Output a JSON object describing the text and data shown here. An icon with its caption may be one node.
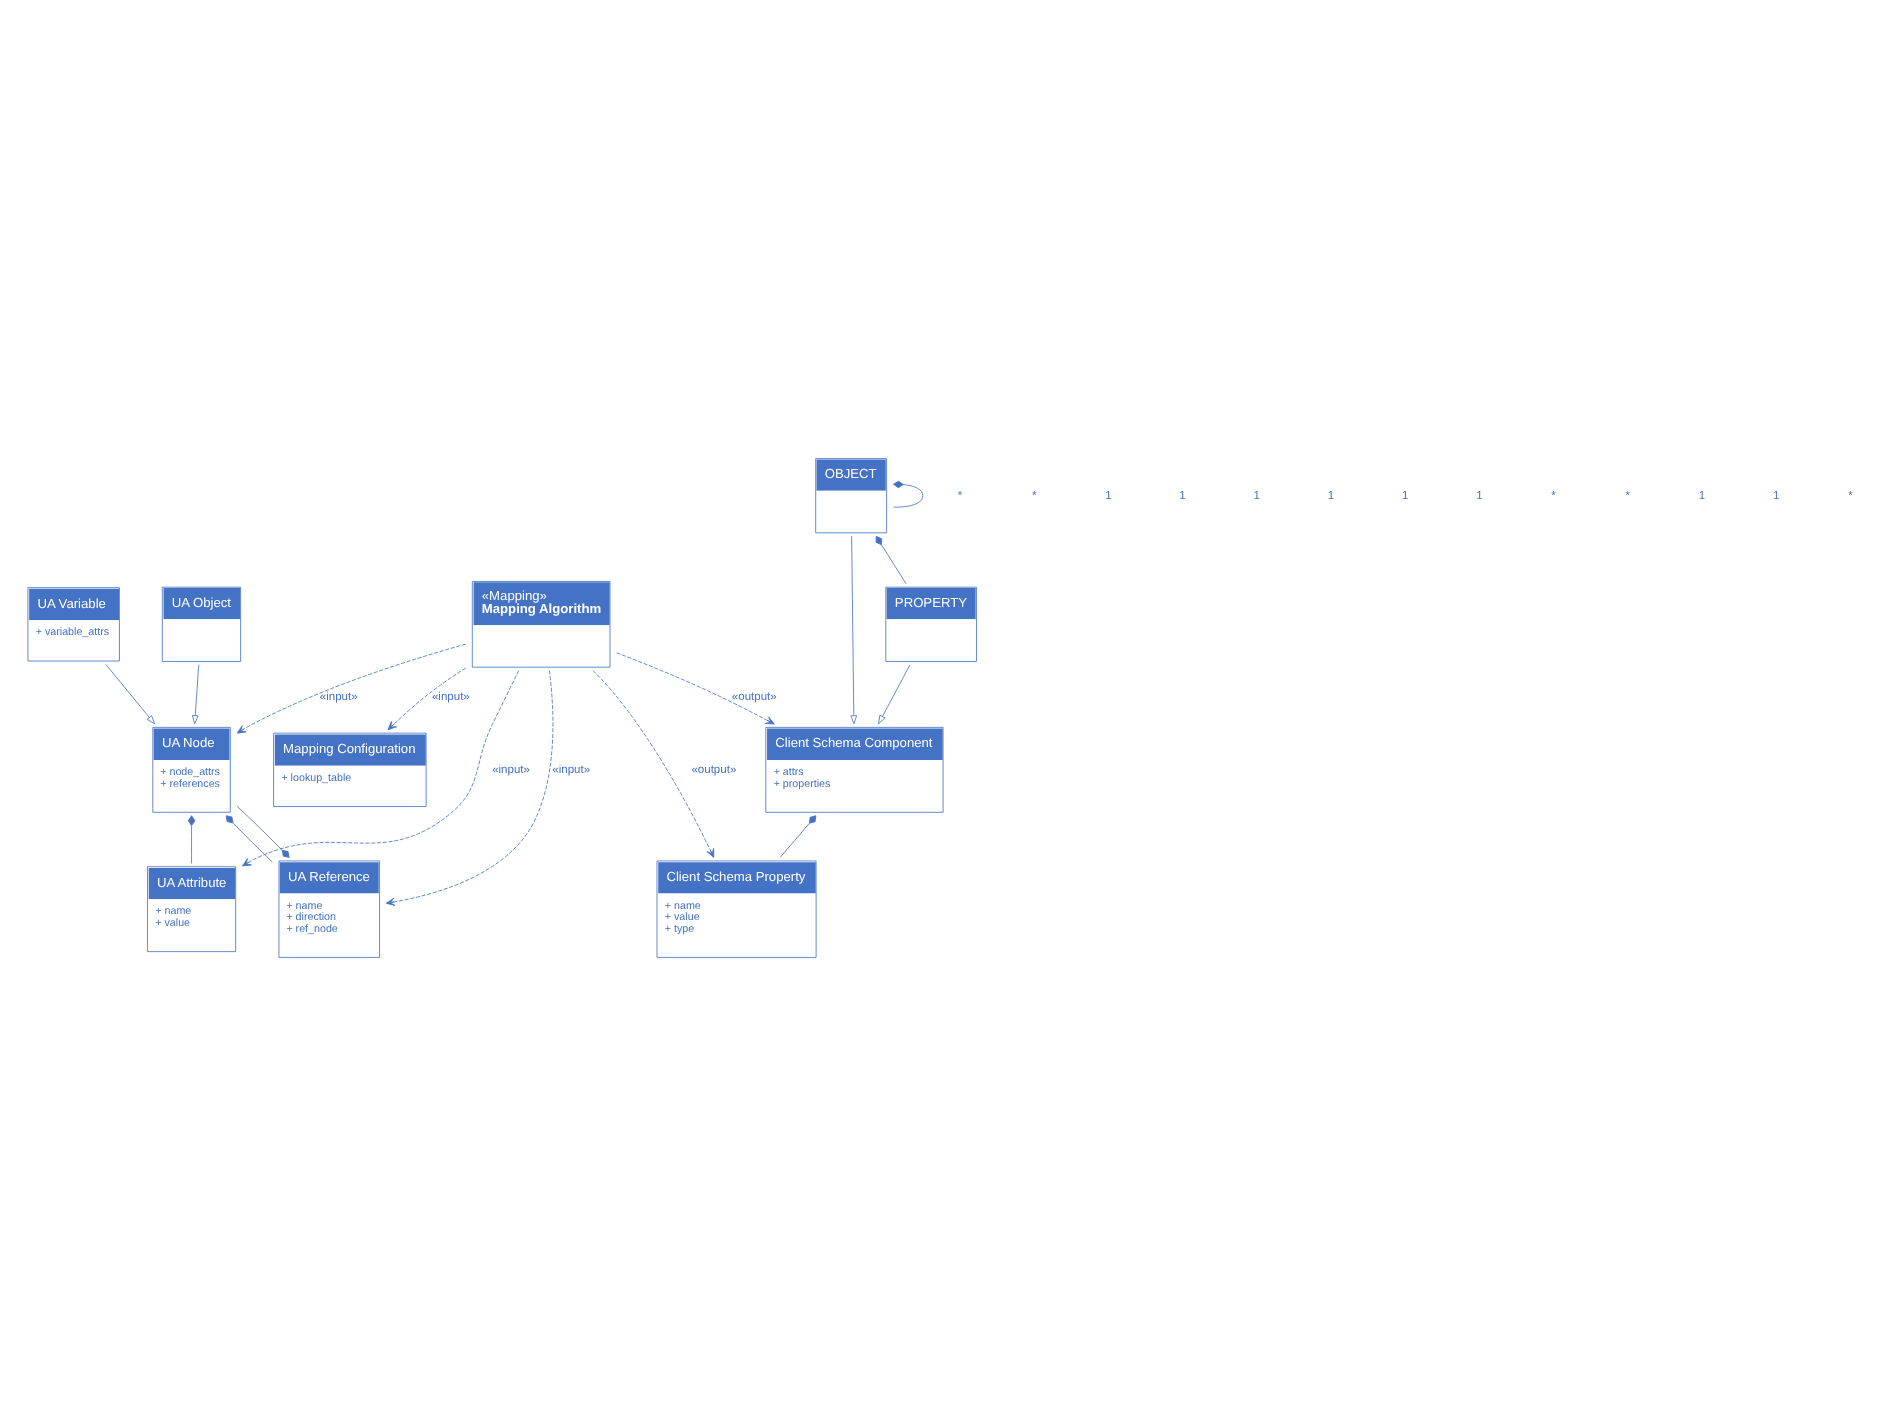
{
  "diagram": {
    "nodes": [
      {
        "text": [
          "UA Variable",
          "+ variable_attrs"
        ]
      },
      {
        "text": [
          "UA Attribute",
          "+ name",
          "+ value"
        ]
      },
      {
        "text": [
          "Client Schema Property",
          "+ name",
          "+ value",
          "+ type"
        ]
      },
      {
        "text": [
          "UA Object"
        ]
      },
      {
        "text": [
          "«Mapping»",
          "Mapping Algorithm"
        ]
      },
      {
        "text": [
          "UA Node",
          "+ node_attrs",
          "+ references"
        ]
      },
      {
        "text": [
          "Client Schema Component",
          "+ attrs",
          "+ properties"
        ]
      },
      {
        "text": [
          "UA Reference",
          "+ name",
          "+ direction",
          "+ ref_node"
        ]
      },
      {
        "text": [
          "Mapping Configuration",
          "+ lookup_table"
        ]
      },
      {
        "text": [
          "OBJECT"
        ]
      },
      {
        "text": [
          "PROPERTY"
        ]
      }
    ],
    "edges": [
      {
        "from": 0,
        "to": 5,
        "arrow": "to"
      },
      {
        "from": 3,
        "to": 5,
        "arrow": "to"
      },
      {
        "from": 5,
        "to": 1,
        "arrow": "other"
      },
      {
        "from": 7,
        "to": 5,
        "arrow": "other"
      },
      {
        "from": 5,
        "to": 7,
        "arrow": "other"
      },
      {
        "from": 4,
        "to": 1,
        "arrow": "to",
        "label": "«input»",
        "style": "dashed"
      },
      {
        "from": 4,
        "to": 2,
        "arrow": "to",
        "label": "«output»",
        "style": "dashed"
      },
      {
        "from": 4,
        "to": 5,
        "arrow": "to",
        "label": "«input»",
        "style": "dashed"
      },
      {
        "from": 4,
        "to": 6,
        "arrow": "to",
        "label": "«output»",
        "style": "dashed"
      },
      {
        "from": 4,
        "to": 7,
        "arrow": "to",
        "label": "«input»",
        "style": "dashed"
      },
      {
        "from": 4,
        "to": 8,
        "arrow": "to",
        "label": "«input»",
        "style": "dashed"
      },
      {
        "from": 6,
        "to": 2,
        "arrow": "other"
      },
      {
        "from": 9,
        "to": 6,
        "arrow": "to"
      },
      {
        "from": 10,
        "to": 6,
        "arrow": "to"
      },
      {
        "from": 9,
        "to": 9,
        "arrow": "other"
      },
      {
        "from": 9,
        "to": 10,
        "arrow": "other"
      }
    ],
    "labels": [
      "*",
      "*",
      "1",
      "1",
      "1",
      "1",
      "1",
      "1",
      "*",
      "*",
      "1",
      "1",
      "*"
    ]
  }
}
